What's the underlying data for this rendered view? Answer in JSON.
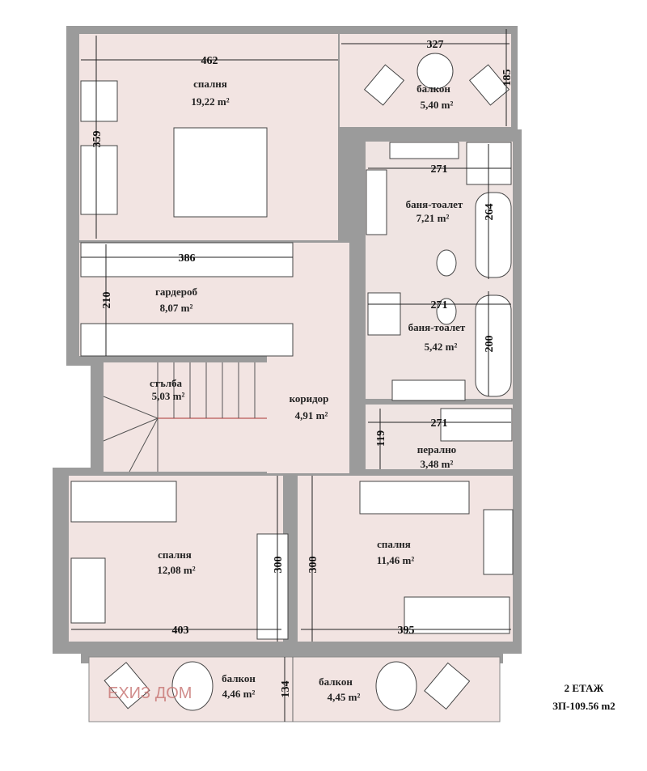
{
  "plan": {
    "floor_title": "2 ЕТАЖ",
    "floor_area": "ЗП-109.56 m2",
    "watermark": "ЕХИЗ ДОМ"
  },
  "rooms": {
    "bedroom_top": {
      "name": "спалня",
      "area": "19,22 m²"
    },
    "balcony_top": {
      "name": "балкон",
      "area": "5,40 m²"
    },
    "bath1": {
      "name": "баня-тоалет",
      "area": "7,21 m²"
    },
    "bath2": {
      "name": "баня-тоалет",
      "area": "5,42 m²"
    },
    "wardrobe": {
      "name": "гардероб",
      "area": "8,07 m²"
    },
    "stairs": {
      "name": "стълба",
      "area": "5,03 m²"
    },
    "corridor": {
      "name": "коридор",
      "area": "4,91 m²"
    },
    "laundry": {
      "name": "перално",
      "area": "3,48 m²"
    },
    "bedroom_left": {
      "name": "спалня",
      "area": "12,08 m²"
    },
    "bedroom_right": {
      "name": "спалня",
      "area": "11,46 m²"
    },
    "balcony_left": {
      "name": "балкон",
      "area": "4,46 m²"
    },
    "balcony_right": {
      "name": "балкон",
      "area": "4,45 m²"
    }
  },
  "dimensions": {
    "d462": "462",
    "d327": "327",
    "d185": "185",
    "d359": "359",
    "d271a": "271",
    "d264": "264",
    "d386": "386",
    "d210": "210",
    "d271b": "271",
    "d200": "200",
    "d271c": "271",
    "d119": "119",
    "d300a": "300",
    "d300b": "300",
    "d403": "403",
    "d395": "395",
    "d134": "134"
  }
}
